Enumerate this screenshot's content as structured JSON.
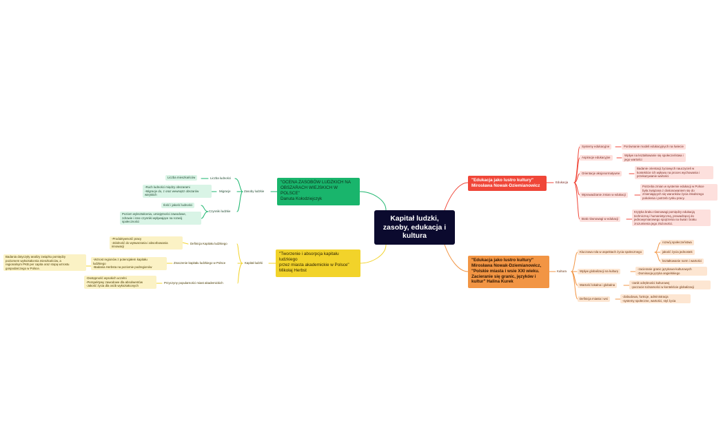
{
  "root": {
    "label": "Kapitał ludzki,\nzasoby, edukacja i\nkultura"
  },
  "colors": {
    "root": "#0b0a2e",
    "green": "#19b56c",
    "yellow": "#f2d32a",
    "red": "#f04638",
    "orange": "#f29544"
  },
  "branches": {
    "green": {
      "title": "\"OCENA ZASOBÓW LUDZKICH NA\nOBSZARACH WIEJSKICH W\nPOLSCE\"\nDanuta Kołodziejczyk",
      "zasoby": "Zasoby ludzkie",
      "liczba": "Liczba ludności",
      "liczba_detail": "Liczba mieszkańców",
      "migracje": "Migracje",
      "migracje_detail": "-Ruch ludności między obszarami\n-Migracje do, z oraz wewnątrz obszarów\nwiejskich",
      "czynniki": "Czynniki ludzkie",
      "czynniki_detail1": "Ilość i jakość ludności",
      "czynniki_detail2": "Poziom wykształcenia, umiejętności zawodowe,\nzdrowie i inne czynniki wpływające na rozwój\nspołeczności"
    },
    "yellow": {
      "title": "\"Tworzenie i absorpcja kapitału\nludzkiego\nprzez miasta akademickie w Polsce\"\nMikołaj Herbst",
      "kapital": "Kapitał ludzki",
      "definicja": "Definicja Kapitału ludzkiego",
      "definicja_detail": "-Produktywność pracy\n-Zdolność do wytwarzania i absorbowania\ninnowacji",
      "znaczenie": "Znaczenie kapitału ludzkiego w Polsce",
      "znaczenie_detail": "-Wzrost regionów z potencjałem kapitału\nludzkiego\n-Badania Herbsta na poziomie podregionów",
      "znaczenie_detail2": "Badania dotyczyły analizy związku pomiędzy\npoziomem wykształcenia mieszkańców, a\nregionalnym PKB per capita oraz stopą wzrostu\ngospodarczego w Polsce.",
      "przyczyny": "Przyczyny popularności miast akademickich",
      "przyczyny_detail": "-Dostępność wysokich uczelni\n-Perspektywy zawodowe dla absolwentów\n-Jakość życia dla osób wykształconych"
    },
    "red": {
      "title": "\"Edukacja jako lustro kultury\"\nMirosława Nowak-Dziemianowicz",
      "edukacja": "Edukacja",
      "items": [
        {
          "label": "Systemy edukacyjne",
          "detail": "Porównanie modeli edukacyjnych na świecie"
        },
        {
          "label": "Aspiracje edukacyjne",
          "detail": "Wpływ na kształtowanie się społeczeństwa i\njego wartości"
        },
        {
          "label": "Orientacje aksjonormatywne",
          "detail": "Badanie orientacji życiowych nauczycieli w\nkontekście ich wpływu na proces wychowania i\nprzekazywanie wartości"
        },
        {
          "label": "Wprowadzanie zmian w edukacji",
          "detail": "Potrzeba zmian w systemie edukacji w Polsce\nbyła związana z dostosowaniem się do\nzmieniających się warunków życia młodszego\npokolenia i potrzeb rynku pracy."
        },
        {
          "label": "Brak równowagi w edukacji",
          "detail": "Krytyka braku równowagi pomiędzy edukacją\ntechniczną i humanistyczną, prowadzącej do\njednowymiarowego spojrzenia na świat i braku\nzrozumienia jego złożoności."
        }
      ]
    },
    "orange": {
      "title": "\"Edukacja jako lustro kultury\"\nMirosława Nowak-Dziemianowicz,\n\"Polskie miasta i wsie XXI wieku.\nZacieranie się granic, języków i\nkultur\" Halina Kurek",
      "kultura": "Kultura",
      "kluczowa": "Kluczowa rola w aspektach życia społecznego",
      "kluczowa_items": [
        "rozwój społeczeństwa",
        "jakość życia jednostek",
        "kształtowanie norm i wartości"
      ],
      "wplyw": "Wpływ globalizacji na kulturę",
      "wplyw_detail": "-zacieranie granic językowo-kulturowych\n-Dominacja języka angielskiego",
      "wartosc": "Wartość lokalna i globalna",
      "wartosc_detail": "-zanik odrębności kulturowej\n-poczucie tożsamości w kontekście globalizacji",
      "definicja": "Definicja miasta i wsi",
      "definicja_detail": "-Zabudowa, funkcje, administracja\n-systemy społeczne, wartości, styl życia"
    }
  }
}
